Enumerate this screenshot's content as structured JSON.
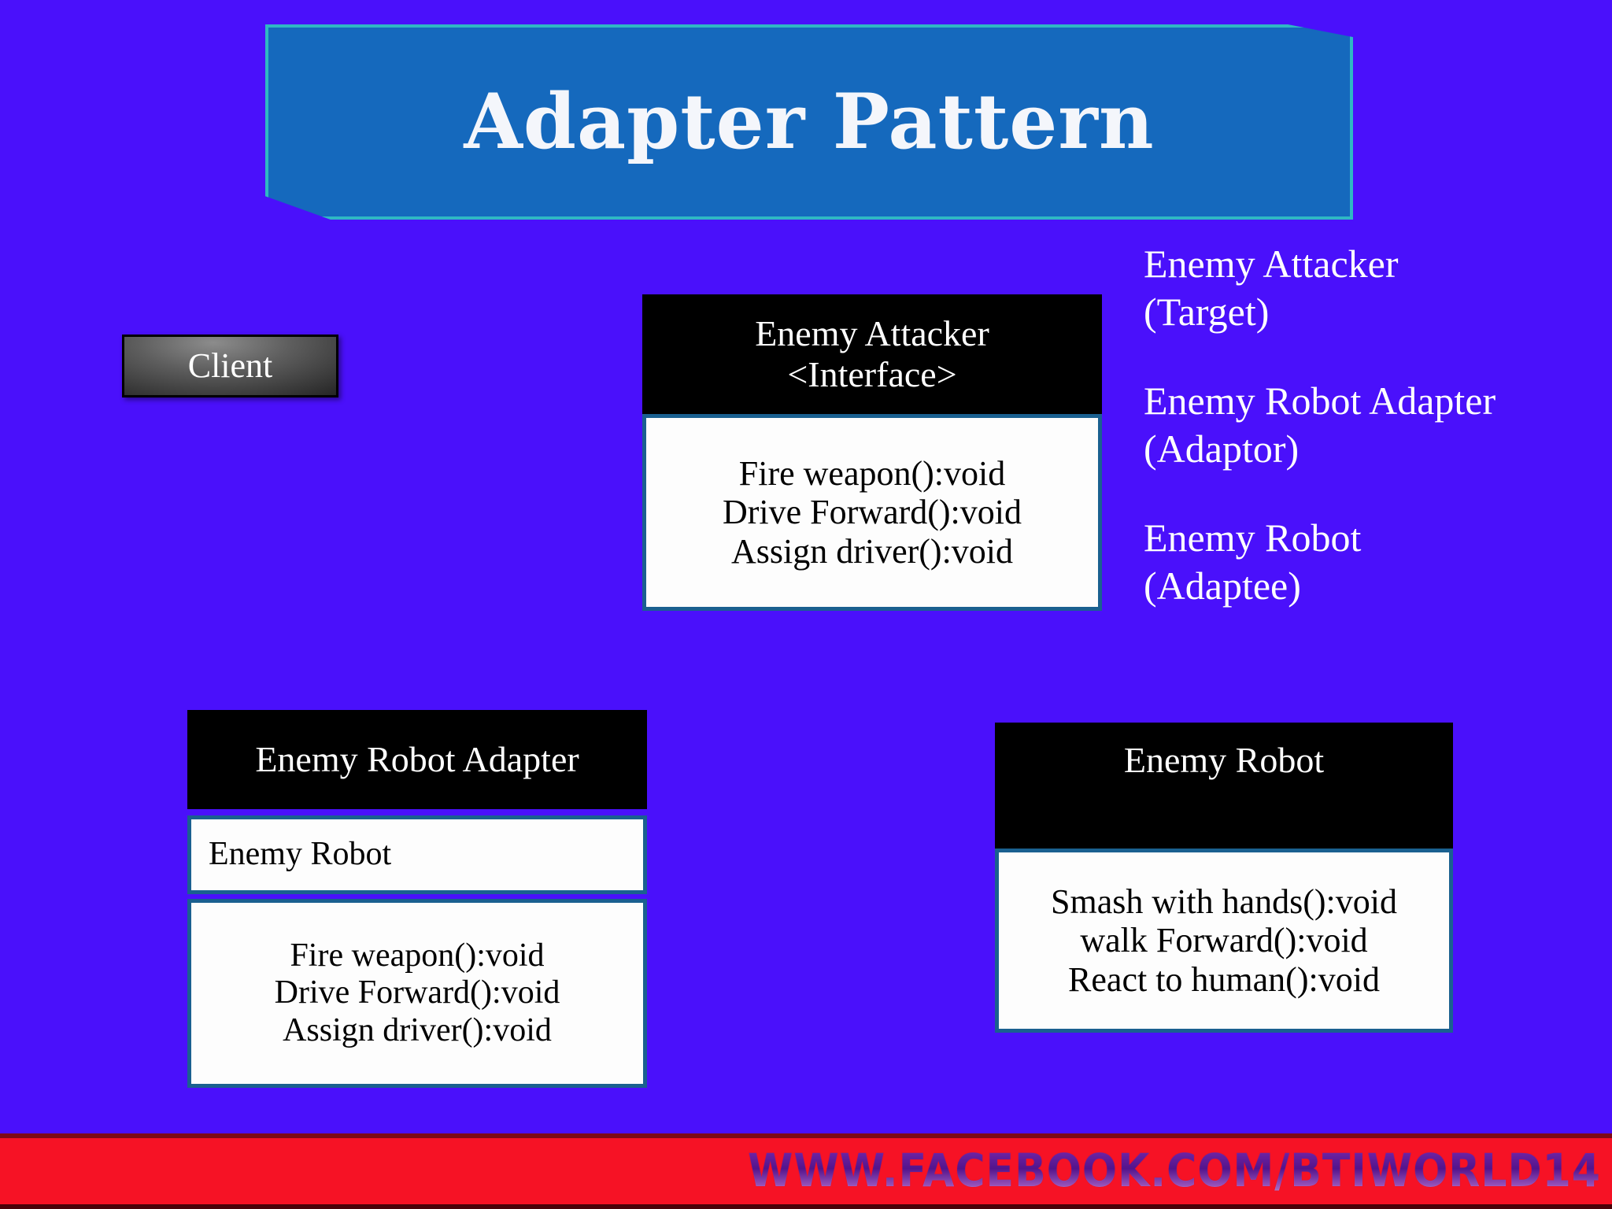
{
  "slide": {
    "background_color": "#4a10fb",
    "title": "Adapter Pattern",
    "banner_fill": "#1569bd",
    "banner_border": "#2fb8c4"
  },
  "client": {
    "label": "Client"
  },
  "classes": {
    "target": {
      "name": "Enemy Attacker",
      "stereotype": "<Interface>",
      "operations": [
        "Fire weapon():void",
        "Drive Forward():void",
        "Assign driver():void"
      ]
    },
    "adapter": {
      "name": "Enemy Robot Adapter",
      "attributes": [
        "Enemy Robot"
      ],
      "operations": [
        "Fire weapon():void",
        "Drive Forward():void",
        "Assign driver():void"
      ]
    },
    "adaptee": {
      "name": "Enemy Robot",
      "operations": [
        "Smash with hands():void",
        "walk Forward():void",
        "React to human():void"
      ]
    }
  },
  "legend": {
    "items": [
      {
        "line1": "Enemy Attacker",
        "line2": "(Target)"
      },
      {
        "line1": "Enemy Robot Adapter",
        "line2": "(Adaptor)"
      },
      {
        "line1": "Enemy Robot",
        "line2": "(Adaptee)"
      }
    ]
  },
  "footer": {
    "watermark": "WWW.FACEBOOK.COM/BTIWORLD14",
    "bar_color": "#f61225"
  }
}
